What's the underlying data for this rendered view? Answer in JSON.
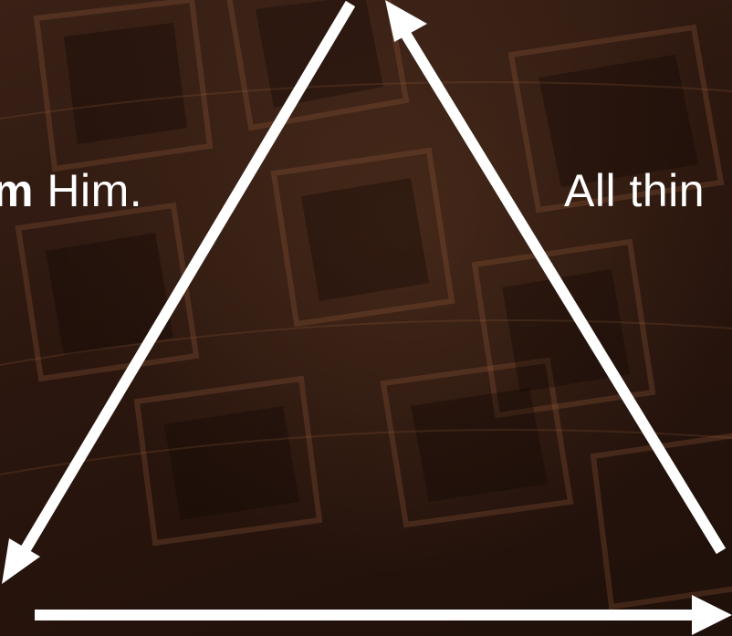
{
  "slide": {
    "left_caption": {
      "emphasis": "m",
      "text": " Him."
    },
    "right_caption": {
      "text": "All thin"
    },
    "arrow_color": "#ffffff",
    "background_color": "#2b170f",
    "background_image": "coffered-dome-ceiling"
  }
}
